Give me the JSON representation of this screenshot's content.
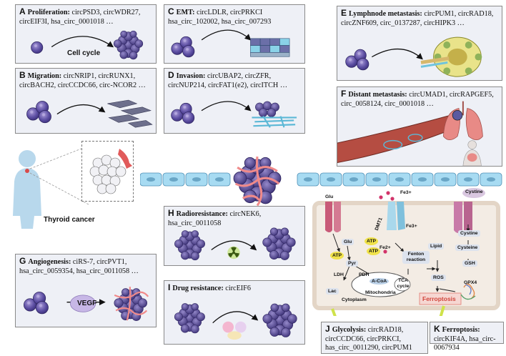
{
  "panels": {
    "A": {
      "letter": "A",
      "title": "Proliferation:",
      "text": " circPSD3, circWDR27, circEIF3I, hsa_circ_0001018 …",
      "note": "Cell cycle"
    },
    "B": {
      "letter": "B",
      "title": "Migration:",
      "text": " circNRIP1, circRUNX1, circBACH2, circCCDC66, circ-NCOR2 …"
    },
    "C": {
      "letter": "C",
      "title": "EMT:",
      "text": " circLDLR, circPRKCI hsa_circ_102002, hsa_circ_007293"
    },
    "D": {
      "letter": "D",
      "title": "Invasion:",
      "text": " circUBAP2, circZFR, circNUP214, circFAT1(e2), circITCH …"
    },
    "E": {
      "letter": "E",
      "title": "Lymphnode metastasis:",
      "text": " circPUM1, circRAD18, circZNF609, circ_0137287, circHIPK3 …"
    },
    "F": {
      "letter": "F",
      "title": "Distant metastasis:",
      "text": " circUMAD1, circRAPGEF5, circ_0058124, circ_0001018 …"
    },
    "G": {
      "letter": "G",
      "title": "Angiogenesis:",
      "text": " ciRS-7, circPVT1, hsa_circ_0059354, hsa_circ_0011058 …",
      "note": "VEGF"
    },
    "H": {
      "letter": "H",
      "title": "Radioresistance:",
      "text": " circNEK6, hsa_circ_0011058"
    },
    "I": {
      "letter": "I",
      "title": "Drug resistance:",
      "text": " circEIF6"
    },
    "J": {
      "letter": "J",
      "title": "Glycolysis:",
      "text": " circRAD18, circCCDC66, circPRKCI, has_circ_0011290, circPUM1"
    },
    "K": {
      "letter": "K",
      "title": "Ferroptosis:",
      "text": " circKIF4A, hsa_circ-0067934"
    }
  },
  "center": {
    "thyroid_label": "Thyroid cancer"
  },
  "metabolism": {
    "glu_top": "Glu",
    "glu_inner": "Glu",
    "atp1": "ATP",
    "atp2": "ATP",
    "atp3": "ATP",
    "pyr": "Pyr",
    "ldh": "LDH",
    "lac": "Lac",
    "pdh": "PDH",
    "acoa": "A-CoA",
    "tca": "TCA cycle",
    "mito": "Mitochondria",
    "cytoplasm": "Cytoplasm",
    "fe3_top": "Fe3+",
    "fe3_mid": "Fe3+",
    "fe2": "Fe2+",
    "dmt1": "DMT1",
    "fenton": "Fenton reaction",
    "lipid": "Lipid",
    "ros": "ROS",
    "ferroptosis": "Ferroptosis",
    "cystine_top": "Cystine",
    "cystine_inner": "Cystine",
    "cysteine": "Cysteine",
    "gsh": "GSH",
    "gpx4": "GPX4"
  },
  "colors": {
    "panel_bg": "#eef0f6",
    "cell": "#5b4f9e",
    "vessel": "#f07f7f",
    "membrane": "#9ad3ee",
    "ferroptosis": "#e8726a",
    "cell_box": "#f3ece4"
  }
}
